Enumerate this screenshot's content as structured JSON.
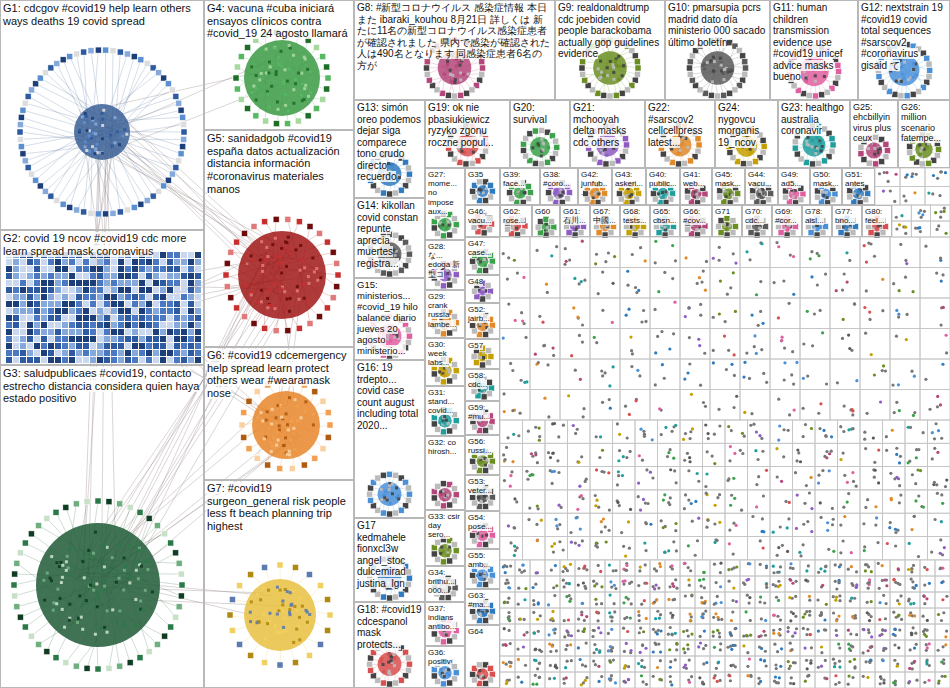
{
  "diagram": {
    "nodes": [
      {
        "text": [
          "G1: cdcgov #covid19 help learn others ways deaths 19 covid spread"
        ]
      },
      {
        "text": [
          "G2: covid 19 ncov #covid19 cdc more learn spread mask coronavirus"
        ]
      },
      {
        "text": [
          "G3: saludpublicaes #covid19, contacto estrecho distancia considera quien haya estado positivo"
        ]
      },
      {
        "text": [
          "G4: vacuna #cuba iniciará ensayos clínicos contra #covid_19 24 agosto llamará"
        ]
      },
      {
        "text": [
          "G5: sanidadgob #covid19 españa datos actualización distancia información #coronavirus materiales manos"
        ]
      },
      {
        "text": [
          "G6: #covid19 cdcemergency help spread learn protect others wear #wearamask nose"
        ]
      },
      {
        "text": [
          "G7: #covid19 surgeon_general risk people less ft beach planning trip highest"
        ]
      },
      {
        "text": [
          "G8: #新型コロナウイルス 感染症情報 本日 また ibaraki_kouhou 8月21日 詳しくは 新たに11名の新型コロナウイルス感染症患者が確認されました 県内で感染が確認された人は490名となります 同感染症患者6名の方が"
        ]
      },
      {
        "text": [
          "G9: realdonaldtrump cdc joebiden covid people barackobama actually gop guidelines evidence"
        ]
      },
      {
        "text": [
          "G10: pmarsupia pcrs madrid dato día ministerio 000 sacado último boletín"
        ]
      },
      {
        "text": [
          "G11: human children transmission evidence use #covid19 unicef advice masks bueno"
        ]
      },
      {
        "text": [
          "G12: nextstrain 19 #covid19 covid total sequences #sarscov2 #coronavirus gisaid て"
        ]
      },
      {
        "text": [
          "G13: simón oreo podemos dejar siga comparece tono crudo directo recuerdo"
        ]
      },
      {
        "text": [
          "G19: ok nie pbasiukiewicz ryzyko zgonu roczne popul..."
        ]
      },
      {
        "text": [
          "G20: survival"
        ]
      },
      {
        "text": [
          "G21: mchooyah delta masks cdc others"
        ]
      },
      {
        "text": [
          "G22: #sarscov2 cellcellpress latest..."
        ]
      },
      {
        "text": [
          "G24: nygovcu morganis 19_ncov"
        ]
      },
      {
        "text": [
          "G23: healthgo australia coronavir"
        ]
      },
      {
        "text": [
          "G25: ehcbillyin virus plus ceux"
        ]
      },
      {
        "text": [
          "G26: million scenario fatempe..."
        ]
      },
      {
        "text": [
          "G14: kikollan covid constan repunte aprecia muertes registra..."
        ]
      },
      {
        "text": [
          "G15: ministerios... #covid_19 hilo balance diario jueves 20 agosto ministerio..."
        ]
      },
      {
        "text": [
          "G16: 19 trdepto... covid case count august including total 2020..."
        ]
      },
      {
        "text": [
          "G17 kedmahele fionxcl3w angel_stoc dulcemirad justina_lgn"
        ]
      },
      {
        "text": [
          "G18: #covid19 cdcespanol mask protects..."
        ]
      },
      {
        "text": [
          "G27: mome... no impose aux..."
        ]
      },
      {
        "text": [
          "G28: な... edoga 新型コ"
        ]
      },
      {
        "text": [
          "G29: crank russia lambe..."
        ]
      },
      {
        "text": [
          "G30: week labs..."
        ]
      },
      {
        "text": [
          "G31: stand... covid..."
        ]
      },
      {
        "text": [
          "G32: co hirosh..."
        ]
      },
      {
        "text": [
          "G33: csir day sero..."
        ]
      },
      {
        "text": [
          "G34: brithu... 000..."
        ]
      },
      {
        "text": [
          "G37: indians antibo..."
        ]
      },
      {
        "text": [
          "G36: positiv"
        ]
      },
      {
        "text": [
          "G35"
        ]
      },
      {
        "text": [
          "G46: vacu..."
        ]
      },
      {
        "text": [
          "G47: case..."
        ]
      },
      {
        "text": [
          "G48"
        ]
      },
      {
        "text": [
          "G52: jairb..."
        ]
      },
      {
        "text": [
          "G57"
        ]
      },
      {
        "text": [
          "G58: cdc..."
        ]
      },
      {
        "text": [
          "G59: #mu..."
        ]
      },
      {
        "text": [
          "G56: russi..."
        ]
      },
      {
        "text": [
          "G53: veter..."
        ]
      },
      {
        "text": [
          "G54: pose..."
        ]
      },
      {
        "text": [
          "G55: amb..."
        ]
      },
      {
        "text": [
          "G63: #ma..."
        ]
      },
      {
        "text": [
          "G64"
        ]
      },
      {
        "text": [
          "G39: face..."
        ]
      },
      {
        "text": [
          "G38: #coro..."
        ]
      },
      {
        "text": [
          "G42: junfub..."
        ]
      },
      {
        "text": [
          "G43: askeri..."
        ]
      },
      {
        "text": [
          "G40: public..."
        ]
      },
      {
        "text": [
          "G41: web..."
        ]
      },
      {
        "text": [
          "G45: mask..."
        ]
      },
      {
        "text": [
          "G44: vacu..."
        ]
      },
      {
        "text": [
          "G49: ad5..."
        ]
      },
      {
        "text": [
          "G50: mask..."
        ]
      },
      {
        "text": [
          "G51: antes"
        ]
      },
      {
        "text": [
          "G62: rose..."
        ]
      },
      {
        "text": [
          "G60"
        ]
      },
      {
        "text": [
          "G61: 石川..."
        ]
      },
      {
        "text": [
          "G67: 中國..."
        ]
      },
      {
        "text": [
          "G68: tests..."
        ]
      },
      {
        "text": [
          "G65: cbsn..."
        ]
      },
      {
        "text": [
          "G66: #cov..."
        ]
      },
      {
        "text": [
          "G71"
        ]
      },
      {
        "text": [
          "G70: cdc..."
        ]
      },
      {
        "text": [
          "G69: #cor..."
        ]
      },
      {
        "text": [
          "G78: aisl..."
        ]
      },
      {
        "text": [
          "G77: bno..."
        ]
      },
      {
        "text": [
          "G80: feel..."
        ]
      }
    ]
  }
}
